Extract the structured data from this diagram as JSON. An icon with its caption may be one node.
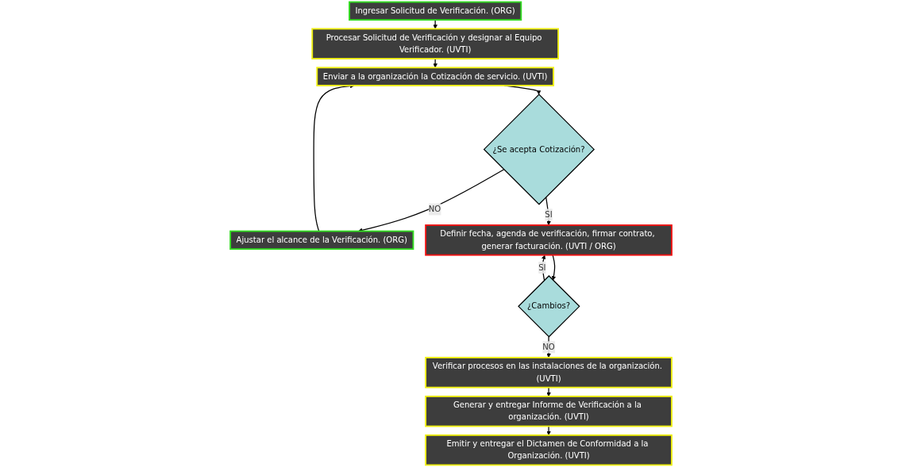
{
  "diagram": {
    "nodes": [
      {
        "text": [
          "Ingresar Solicitud de Verificación. (ORG)"
        ]
      },
      {
        "text": [
          "Procesar Solicitud de Verificación y designar al Equipo Verificador. (UVTI)"
        ]
      },
      {
        "text": [
          "Enviar a la organización la Cotización de servicio. (UVTI)"
        ]
      },
      {
        "text": [
          "¿Se acepta Cotización?"
        ]
      },
      {
        "text": [
          "Ajustar el alcance de la Verificación. (ORG)"
        ]
      },
      {
        "text": [
          "Definir fecha, agenda de verificación, firmar contrato, generar facturación. (UVTI / ORG)"
        ]
      },
      {
        "text": [
          "¿Cambios?"
        ]
      },
      {
        "text": [
          "Verificar procesos en las instalaciones de la organización. (UVTI)"
        ]
      },
      {
        "text": [
          "Generar y entregar Informe de Verificación a la organización. (UVTI)"
        ]
      },
      {
        "text": [
          "Emitir y entregar el Dictamen de Conformidad a la Organización. (UVTI)"
        ]
      }
    ],
    "edges": [
      {
        "from": 0,
        "to": 1,
        "arrow": "to"
      },
      {
        "from": 1,
        "to": 2,
        "arrow": "to"
      },
      {
        "from": 2,
        "to": 3,
        "arrow": "to"
      },
      {
        "from": 3,
        "to": 4,
        "label": "NO",
        "arrow": "to"
      },
      {
        "from": 4,
        "to": 2,
        "arrow": "to"
      },
      {
        "from": 3,
        "to": 5,
        "label": "SI",
        "arrow": "to"
      },
      {
        "from": 5,
        "to": 6,
        "arrow": "to"
      },
      {
        "from": 6,
        "to": 5,
        "label": "SI",
        "arrow": "to"
      },
      {
        "from": 6,
        "to": 7,
        "label": "NO",
        "arrow": "to"
      },
      {
        "from": 7,
        "to": 8,
        "arrow": "to"
      },
      {
        "from": 8,
        "to": 9,
        "arrow": "to"
      }
    ]
  }
}
